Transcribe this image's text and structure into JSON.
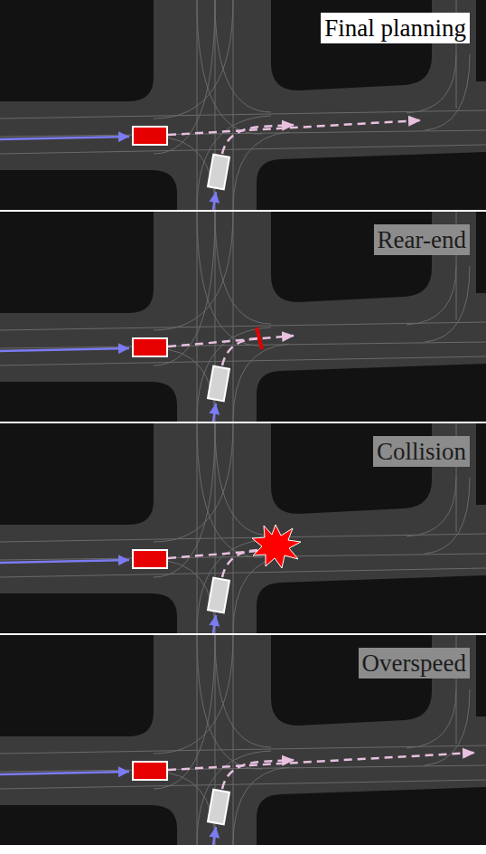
{
  "diagram": {
    "labels": [
      "Final planning",
      "Rear-end",
      "Collision",
      "Overspeed"
    ]
  }
}
